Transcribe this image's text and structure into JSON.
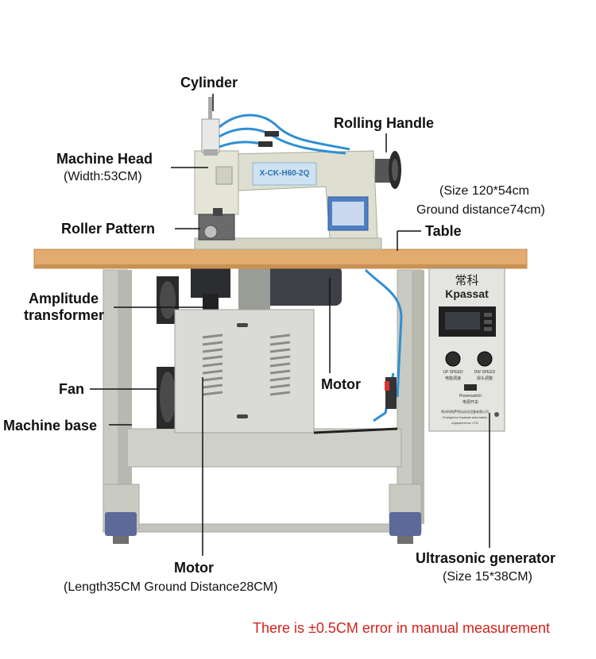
{
  "labels": {
    "cylinder": "Cylinder",
    "rolling_handle": "Rolling Handle",
    "machine_head": "Machine Head",
    "machine_head_width": "(Width:53CM)",
    "table_size": "(Size 120*54cm",
    "table_ground": "Ground distance74cm)",
    "table": "Table",
    "roller_pattern": "Roller Pattern",
    "amplitude_line1": "Amplitude",
    "amplitude_line2": "transformer",
    "motor_right": "Motor",
    "fan": "Fan",
    "machine_base": "Machine base",
    "motor_bottom": "Motor",
    "motor_bottom_detail": "(Length35CM  Ground Distance28CM)",
    "ultrasonic_generator": "Ultrasonic generator",
    "ultrasonic_size": "(Size 15*38CM)"
  },
  "machine": {
    "model_plate": "X-CK-H60-2Q",
    "generator_brand_cn": "常科",
    "generator_brand": "Kpassat",
    "up_speed": "UP SPEED",
    "up_speed_cn": "电能调速",
    "dw_speed": "DW SPEED",
    "dw_speed_cn": "焊头调整",
    "power_switch": "Powerswitch",
    "power_switch_cn": "电源开关",
    "company_cn": "常州科帕萨特自动化设备有限公司",
    "company_en_1": "Changzhou Kpassat automation",
    "company_en_2": "equipment.co.,LTD"
  },
  "footer_note": "There is ±0.5CM error in manual measurement",
  "colors": {
    "table_top": "#e2ac6e",
    "frame": "#c9cbc2",
    "machine_body": "#dedfd0",
    "generator_panel": "#e4e4e0",
    "motor_dark": "#3d4047",
    "feet": "#5c6a9a",
    "hose": "#2f8fd2",
    "note_red": "#d2231c"
  }
}
